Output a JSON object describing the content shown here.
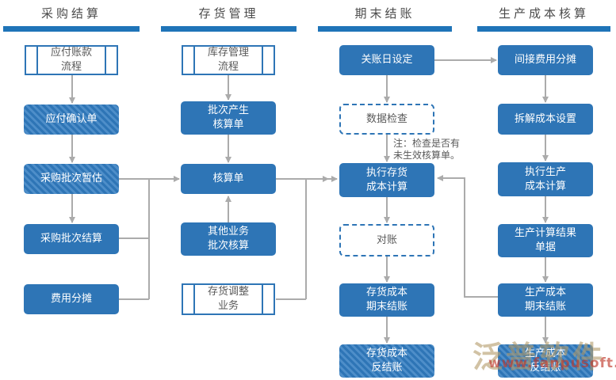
{
  "columns": [
    {
      "header": "采购结算"
    },
    {
      "header": "存货管理"
    },
    {
      "header": "期末结账"
    },
    {
      "header": "生产成本核算"
    }
  ],
  "nodes": {
    "ap_process": {
      "label": "应付账款\n流程",
      "type": "subprocess"
    },
    "ap_confirm": {
      "label": "应付确认单",
      "type": "hatched"
    },
    "purchase_batch_estimate": {
      "label": "采购批次暂估",
      "type": "hatched"
    },
    "purchase_batch_settlement": {
      "label": "采购批次结算",
      "type": "solid"
    },
    "expense_allocation": {
      "label": "费用分摊",
      "type": "solid"
    },
    "inventory_process": {
      "label": "库存管理\n流程",
      "type": "subprocess"
    },
    "batch_generate_doc": {
      "label": "批次产生\n核算单",
      "type": "solid"
    },
    "accounting_doc": {
      "label": "核算单",
      "type": "solid"
    },
    "other_business_batch": {
      "label": "其他业务\n批次核算",
      "type": "solid"
    },
    "inventory_adjustment": {
      "label": "存货调整\n业务",
      "type": "subprocess"
    },
    "closing_date_setting": {
      "label": "关账日设定",
      "type": "solid"
    },
    "data_check": {
      "label": "数据检查",
      "type": "dashed"
    },
    "exec_inventory_cost": {
      "label": "执行存货\n成本计算",
      "type": "solid"
    },
    "reconciliation": {
      "label": "对账",
      "type": "dashed"
    },
    "inventory_cost_closing": {
      "label": "存货成本\n期末结账",
      "type": "solid"
    },
    "inventory_cost_reverse": {
      "label": "存货成本\n反结账",
      "type": "hatched"
    },
    "indirect_expense_allocation": {
      "label": "间接费用分摊",
      "type": "solid"
    },
    "disassembly_cost_setting": {
      "label": "拆解成本设置",
      "type": "solid"
    },
    "exec_production_cost": {
      "label": "执行生产\n成本计算",
      "type": "solid"
    },
    "production_result_doc": {
      "label": "生产计算结果\n单据",
      "type": "solid"
    },
    "production_cost_closing": {
      "label": "生产成本\n期末结账",
      "type": "solid"
    },
    "production_cost_reverse": {
      "label": "生产成本\n反结账",
      "type": "hatched"
    }
  },
  "note": {
    "text": "注：检查是否有\n未生效核算单。"
  },
  "watermark": {
    "brand": "泛普软件",
    "url": "www.fanpusoft.com"
  },
  "colors": {
    "box_blue": "#2E75B6",
    "hatch_light": "#4E8EC9",
    "header_bar": "#1F74B8",
    "connector": "#ABABAB",
    "muted_text": "#595959",
    "watermark_brand": "#B39A68",
    "watermark_url": "#C0392B"
  }
}
